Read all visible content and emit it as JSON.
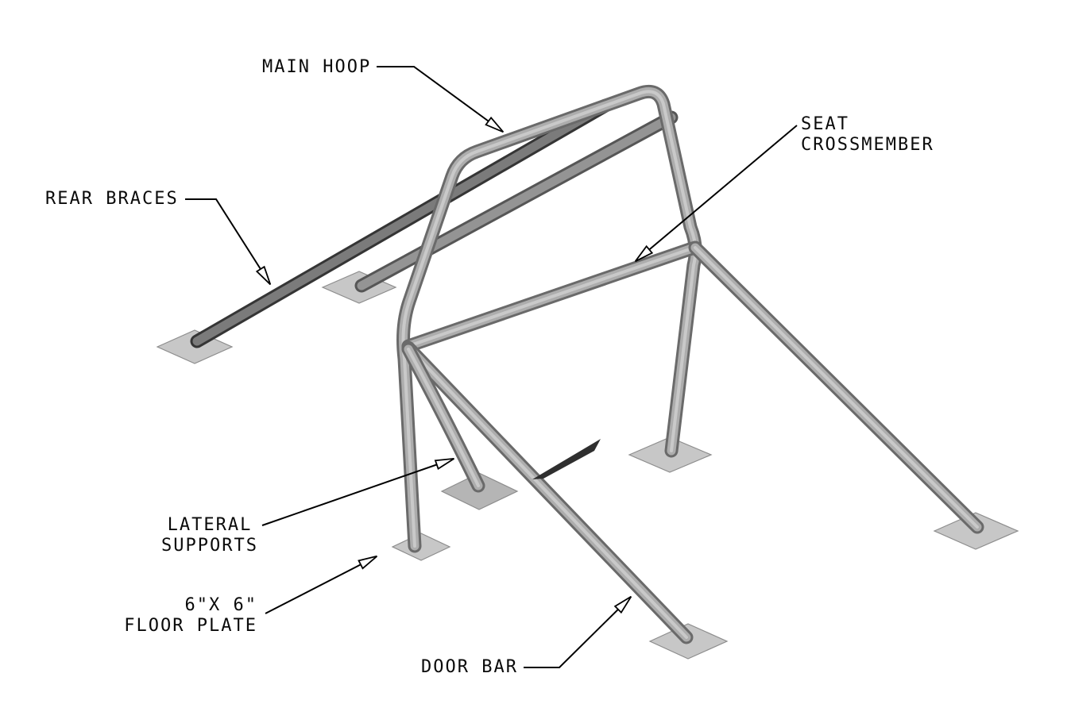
{
  "diagram": {
    "type": "technical-illustration",
    "subject": "Roll cage / roll bar assembly diagram with labeled parts",
    "background_color": "#ffffff",
    "leader_line_color": "#000000",
    "arrowhead_style": "open white-filled triangle",
    "tube_color": "#adadad",
    "tube_outline_color": "#6a6a6a",
    "dark_tube_color": "#7b7b7b",
    "plate_color": "#c7c7c7",
    "labels": {
      "main_hoop": "MAIN HOOP",
      "seat_crossmember": {
        "line1": "SEAT",
        "line2": "CROSSMEMBER"
      },
      "rear_braces": "REAR BRACES",
      "lateral_supports": {
        "line1": "LATERAL",
        "line2": "SUPPORTS"
      },
      "floor_plate": {
        "line1": "6\"X 6\"",
        "line2": "FLOOR PLATE"
      },
      "door_bar": "DOOR BAR"
    }
  }
}
